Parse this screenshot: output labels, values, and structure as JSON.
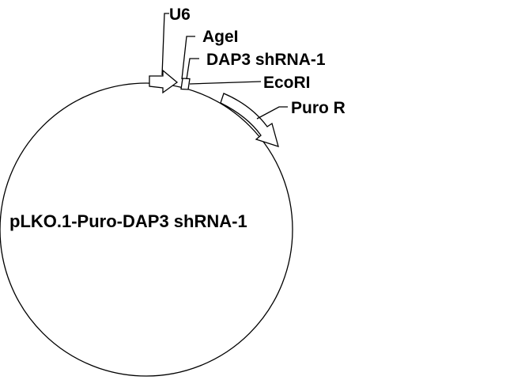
{
  "plasmid": {
    "name": "pLKO.1-Puro-DAP3 shRNA-1",
    "line_color": "#000000",
    "background": "#ffffff"
  },
  "features": [
    {
      "name": "U6",
      "kind": "promoter-arrow"
    },
    {
      "name": "AgeI",
      "kind": "restriction-site"
    },
    {
      "name": "DAP3 shRNA-1",
      "kind": "insert-box"
    },
    {
      "name": "EcoRI",
      "kind": "restriction-site"
    },
    {
      "name": "Puro R",
      "kind": "resistance-arrow"
    }
  ]
}
